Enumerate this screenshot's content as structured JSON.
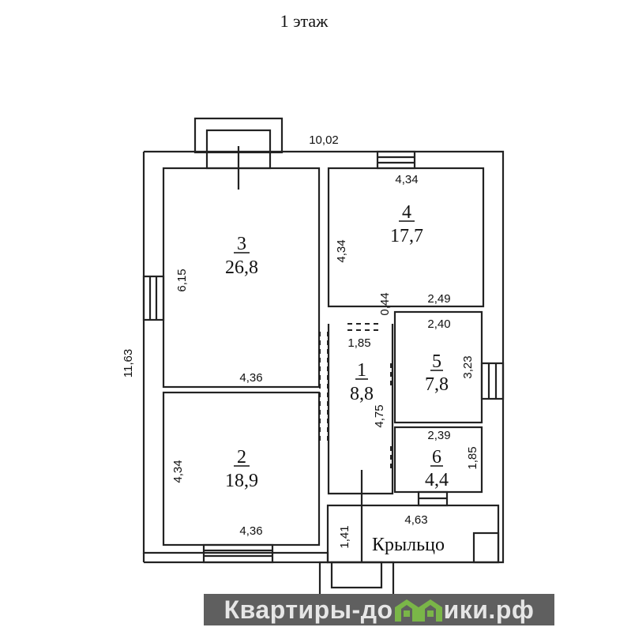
{
  "title": "1 этаж",
  "overall": {
    "width": "10,02",
    "height": "11,63"
  },
  "rooms": [
    {
      "number": "3",
      "area": "26,8"
    },
    {
      "number": "4",
      "area": "17,7"
    },
    {
      "number": "1",
      "area": "8,8"
    },
    {
      "number": "5",
      "area": "7,8"
    },
    {
      "number": "2",
      "area": "18,9"
    },
    {
      "number": "6",
      "area": "4,4"
    }
  ],
  "dims": {
    "r4_w": "4,34",
    "r4_h": "4,34",
    "gap": "0,44",
    "r5_top": "2,49",
    "r5_w": "2,40",
    "r1_w": "1,85",
    "r5_h": "3,23",
    "r6_w": "2,39",
    "r6_h": "1,85",
    "r1_h": "4,75",
    "r3_h": "6,15",
    "r3_w": "4,36",
    "r2_h": "4,34",
    "r2_w": "4,36",
    "porch_w": "4,63",
    "porch_h": "1,41"
  },
  "porch_label": "Крыльцо",
  "watermark": {
    "left": "Квартиры-до",
    "right": "ики.рф",
    "house_color": "#7ab648"
  }
}
